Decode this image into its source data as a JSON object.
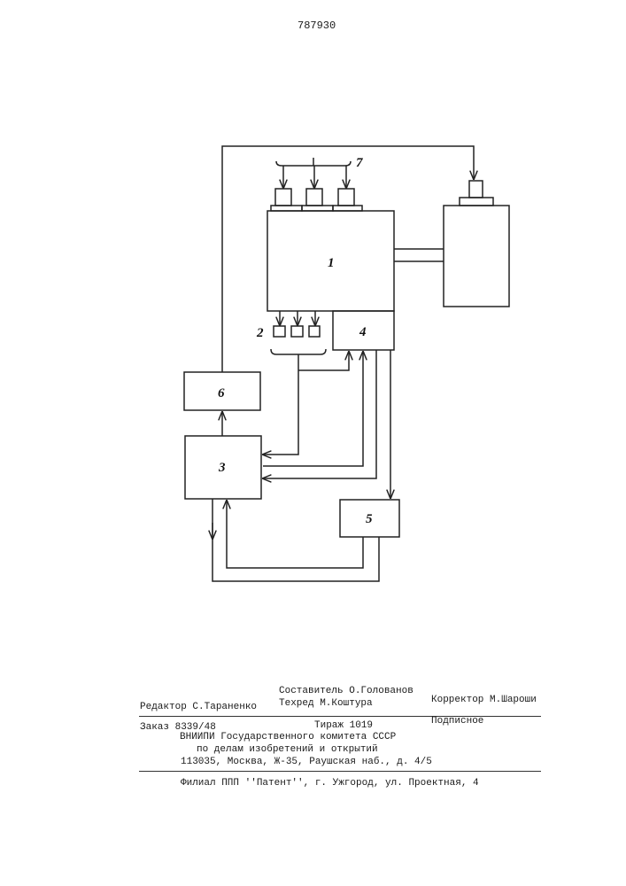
{
  "page_number": "787930",
  "diagram": {
    "labels": {
      "block1": "1",
      "block2": "2",
      "block3": "3",
      "block4": "4",
      "block5": "5",
      "block6": "6",
      "block7": "7"
    }
  },
  "colophon": {
    "compiler": "Составитель О.Голованов",
    "editor": "Редактор С.Тараненко",
    "tech_editor": "Техред М.Коштура",
    "corrector": "Корректор М.Шароши",
    "order": "Заказ 8339/48",
    "circulation": "Тираж 1019",
    "subscription": "Подписное",
    "org_line1": "ВНИИПИ Государственного комитета СССР",
    "org_line2": "по делам изобретений и открытий",
    "address": "113035, Москва, Ж-35, Раушская наб., д. 4/5",
    "branch": "Филиал ППП ''Патент'', г. Ужгород, ул. Проектная, 4"
  }
}
